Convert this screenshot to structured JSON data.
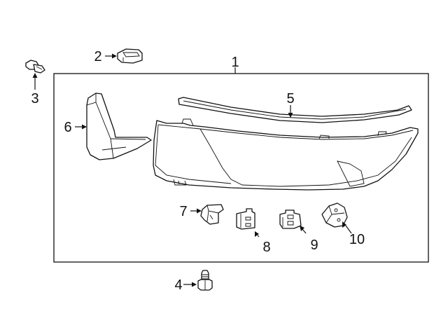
{
  "diagram": {
    "callouts": [
      {
        "id": "callout-1",
        "text": "1"
      },
      {
        "id": "callout-2",
        "text": "2"
      },
      {
        "id": "callout-3",
        "text": "3"
      },
      {
        "id": "callout-4",
        "text": "4"
      },
      {
        "id": "callout-5",
        "text": "5"
      },
      {
        "id": "callout-6",
        "text": "6"
      },
      {
        "id": "callout-7",
        "text": "7"
      },
      {
        "id": "callout-8",
        "text": "8"
      },
      {
        "id": "callout-9",
        "text": "9"
      },
      {
        "id": "callout-10",
        "text": "10"
      }
    ],
    "parts": [
      "push-clip",
      "retainer-nut",
      "bolt",
      "upper-trim-molding",
      "side-bracket",
      "main-trim-cover",
      "clip",
      "clip",
      "clip",
      "clip"
    ]
  }
}
